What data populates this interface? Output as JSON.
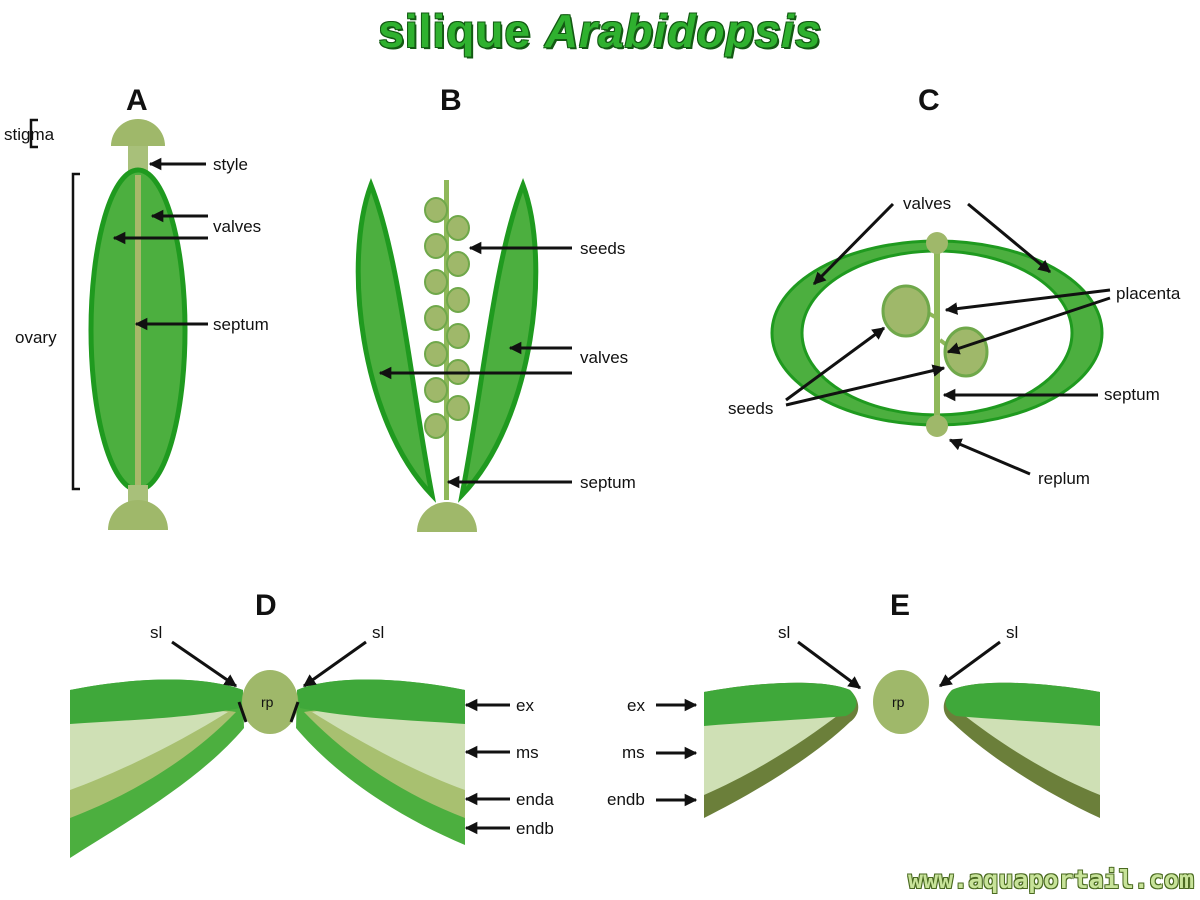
{
  "title": {
    "main": "silique",
    "species": "Arabidopsis"
  },
  "watermark": "www.aquaportail.com",
  "colors": {
    "dark_green": "#2f9e2f",
    "mid_green": "#4caf3f",
    "olive": "#9fb86a",
    "pale": "#cfe0b5",
    "dark_olive": "#6b7f3a",
    "light_olive": "#a8c07a"
  },
  "panels": {
    "A": {
      "letter": "A",
      "labels": {
        "stigma": "stigma",
        "style": "style",
        "valves": "valves",
        "septum": "septum",
        "ovary": "ovary"
      }
    },
    "B": {
      "letter": "B",
      "labels": {
        "seeds": "seeds",
        "valves": "valves",
        "septum": "septum"
      }
    },
    "C": {
      "letter": "C",
      "labels": {
        "valves": "valves",
        "placenta": "placenta",
        "seeds": "seeds",
        "septum": "septum",
        "replum": "replum"
      }
    },
    "D": {
      "letter": "D",
      "labels": {
        "sl_left": "sl",
        "sl_right": "sl",
        "rp": "rp",
        "ex": "ex",
        "ms": "ms",
        "enda": "enda",
        "endb": "endb"
      }
    },
    "E": {
      "letter": "E",
      "labels": {
        "sl_left": "sl",
        "sl_right": "sl",
        "rp": "rp",
        "ex": "ex",
        "ms": "ms",
        "endb": "endb"
      }
    }
  }
}
